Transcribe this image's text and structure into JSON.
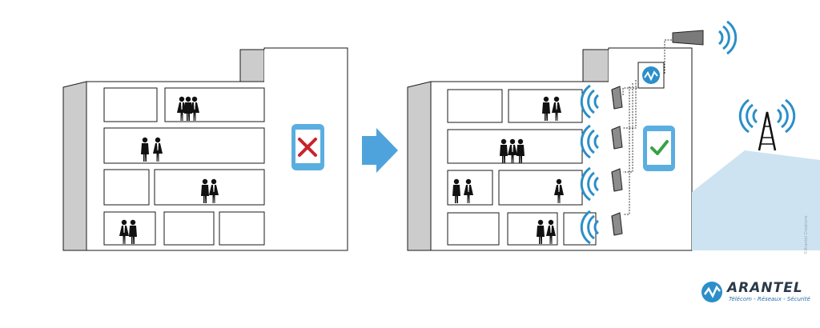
{
  "brand": {
    "name": "ARANTEL",
    "tagline": "Télécom - Réseaux - Sécurité"
  },
  "credit": "©Arantel Creations",
  "icons": [
    "phone-no-signal-icon",
    "phone-signal-ok-icon",
    "arrow-right-icon",
    "antenna-tower-icon",
    "repeater-icon",
    "signal-wave-icon"
  ],
  "colors": {
    "outline": "#1a1a1a",
    "wall_shadow": "#cccccc",
    "signal_blue": "#2b8fc9",
    "arrow_blue": "#4fa3dc",
    "phone_blue": "#5aaee0",
    "cross_red": "#c8232c",
    "check_green": "#34a344",
    "hill_blue": "#cde3f1"
  }
}
